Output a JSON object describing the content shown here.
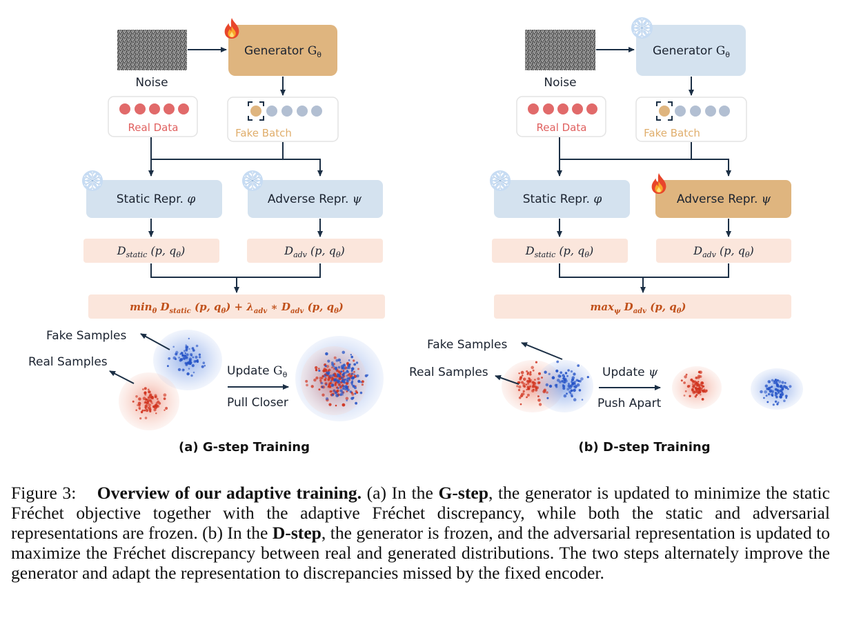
{
  "panel_a": {
    "noise_label": "Noise",
    "generator_label": "Generator",
    "generator_symbol": "G",
    "generator_sub": "θ",
    "real_data_label": "Real Data",
    "fake_batch_label": "Fake Batch",
    "static_repr_label": "Static Repr.",
    "static_repr_symbol": "φ",
    "adverse_repr_label": "Adverse Repr.",
    "adverse_repr_symbol": "ψ",
    "d_static_main": "D",
    "d_static_sub": "static",
    "d_static_args": "(p, q",
    "d_static_args_sub": "θ",
    "d_static_close": ")",
    "d_adv_main": "D",
    "d_adv_sub": "adv",
    "d_adv_args": "(p, q",
    "d_adv_args_sub": "θ",
    "d_adv_close": ")",
    "objective": {
      "op": "min",
      "op_sub": "θ",
      "t1": "D",
      "t1_sub": "static",
      "t1_args": "(p, q",
      "t1_args_sub": "θ",
      "t1_close": ")",
      "plus": "+",
      "lam": "λ",
      "lam_sub": "adv",
      "star": "∗",
      "t2": "D",
      "t2_sub": "adv",
      "t2_args": "(p, q",
      "t2_args_sub": "θ",
      "t2_close": ")"
    },
    "fake_samples_label": "Fake Samples",
    "real_samples_label": "Real Samples",
    "update_label": "Update",
    "update_symbol": "G",
    "update_sub": "θ",
    "effect_label": "Pull Closer",
    "subcaption": "(a) G-step Training"
  },
  "panel_b": {
    "noise_label": "Noise",
    "generator_label": "Generator",
    "generator_symbol": "G",
    "generator_sub": "θ",
    "real_data_label": "Real Data",
    "fake_batch_label": "Fake Batch",
    "static_repr_label": "Static Repr.",
    "static_repr_symbol": "φ",
    "adverse_repr_label": "Adverse Repr.",
    "adverse_repr_symbol": "ψ",
    "d_static_main": "D",
    "d_static_sub": "static",
    "d_static_args": "(p, q",
    "d_static_args_sub": "θ",
    "d_static_close": ")",
    "d_adv_main": "D",
    "d_adv_sub": "adv",
    "d_adv_args": "(p, q",
    "d_adv_args_sub": "θ",
    "d_adv_close": ")",
    "objective": {
      "op": "max",
      "op_sub": "ψ",
      "t1": "D",
      "t1_sub": "adv",
      "t1_args": "(p, q",
      "t1_args_sub": "θ",
      "t1_close": ")"
    },
    "fake_samples_label": "Fake Samples",
    "real_samples_label": "Real Samples",
    "update_label": "Update",
    "update_symbol": "ψ",
    "effect_label": "Push Apart",
    "subcaption": "(b) D-step Training"
  },
  "caption": {
    "label": "Figure 3:",
    "title": "Overview of our adaptive training.",
    "s1": "(a) In the",
    "gstep": "G-step",
    "s2": ", the generator is updated to minimize the static Fréchet objective together with the adaptive Fréchet discrepancy, while both the static and adversarial representations are frozen. (b) In the",
    "dstep": "D-step",
    "s3": ", the generator is frozen, and the adversarial representation is updated to maximize the Fréchet discrepancy between real and generated distributions. The two steps alternately improve the generator and adapt the representation to discrepancies missed by the fixed encoder."
  },
  "colors": {
    "trainable_fill": "#dfb57f",
    "frozen_fill": "#d4e2ef",
    "discrepancy_fill": "#fbe6dc",
    "real_dot": "#e16a6a",
    "fake_dot_highlight": "#dfb57f",
    "fake_dot": "#b2bfd2",
    "real_text": "#e0605f",
    "fake_text": "#e0ae6c",
    "fake_samples_text": "#5b8fd6",
    "real_samples_text": "#c0361d",
    "objective_text": "#c0501a"
  },
  "icons": [
    "flame-icon",
    "snowflake-icon",
    "noise-image"
  ]
}
